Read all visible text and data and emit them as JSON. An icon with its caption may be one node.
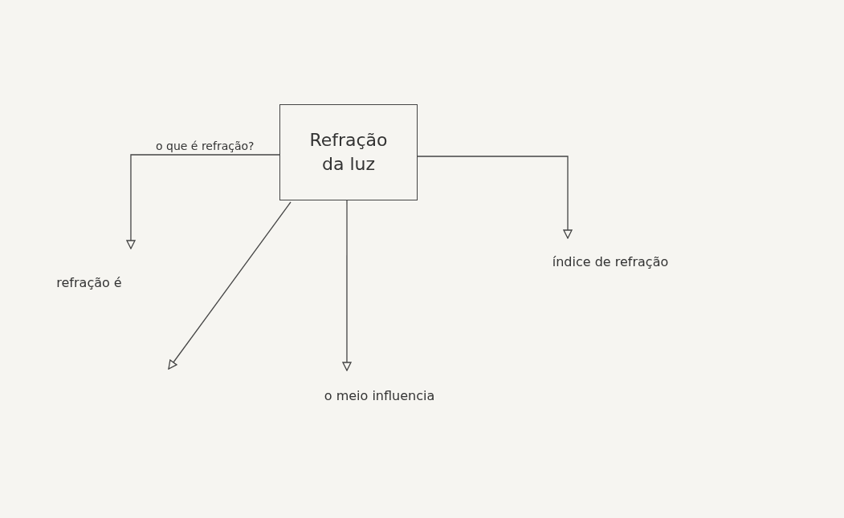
{
  "diagram": {
    "nodes": [
      {
        "text": [
          "Refração da luz"
        ]
      },
      {
        "text": [
          "refração é"
        ]
      },
      {
        "text": [
          "índice de refração"
        ]
      },
      {
        "text": [
          "o meio influencia"
        ]
      }
    ],
    "edges": [
      {
        "from": 0,
        "to": 1,
        "arrow": "to",
        "label": "o que é refração?"
      },
      {
        "from": 0,
        "to": 2,
        "arrow": "to"
      },
      {
        "from": 0,
        "to": null,
        "arrow": "to"
      },
      {
        "from": 0,
        "to": 3,
        "arrow": "to"
      }
    ]
  }
}
